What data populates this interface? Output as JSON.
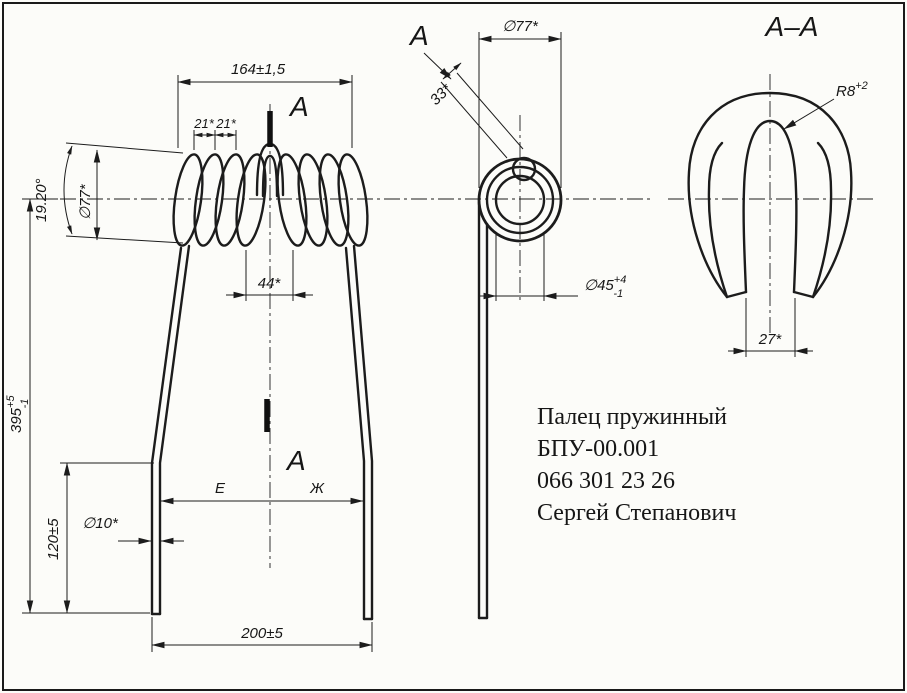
{
  "colors": {
    "ink": "#1c1c1c",
    "paper": "#fcfcf9"
  },
  "labels": {
    "front": {
      "top_width": "164±1,5",
      "pitch1": "21*",
      "pitch2": "21*",
      "angle": "19.20°",
      "coil_od": "∅77*",
      "center_gap": "44*",
      "height_main": "395",
      "height_sup": "+5",
      "height_sub": "-1",
      "leg_len": "120±5",
      "wire_d": "∅10*",
      "bottom_width": "200±5",
      "e": "E",
      "zh": "Ж",
      "section_letter": "A"
    },
    "side": {
      "coil_od": "∅77*",
      "offset": "33*",
      "coil_id_main": "∅45",
      "coil_id_sup": "+4",
      "coil_id_sub": "-1",
      "view_letter": "A"
    },
    "section": {
      "title": "A–A",
      "radius_main": "R8",
      "radius_sup": "+2",
      "inner_width": "27*"
    }
  },
  "info": {
    "product_name": "Палец пружинный",
    "doc_number": "БПУ-00.001",
    "phone": "066 301 23 26",
    "contact": "Сергей Степанович"
  }
}
